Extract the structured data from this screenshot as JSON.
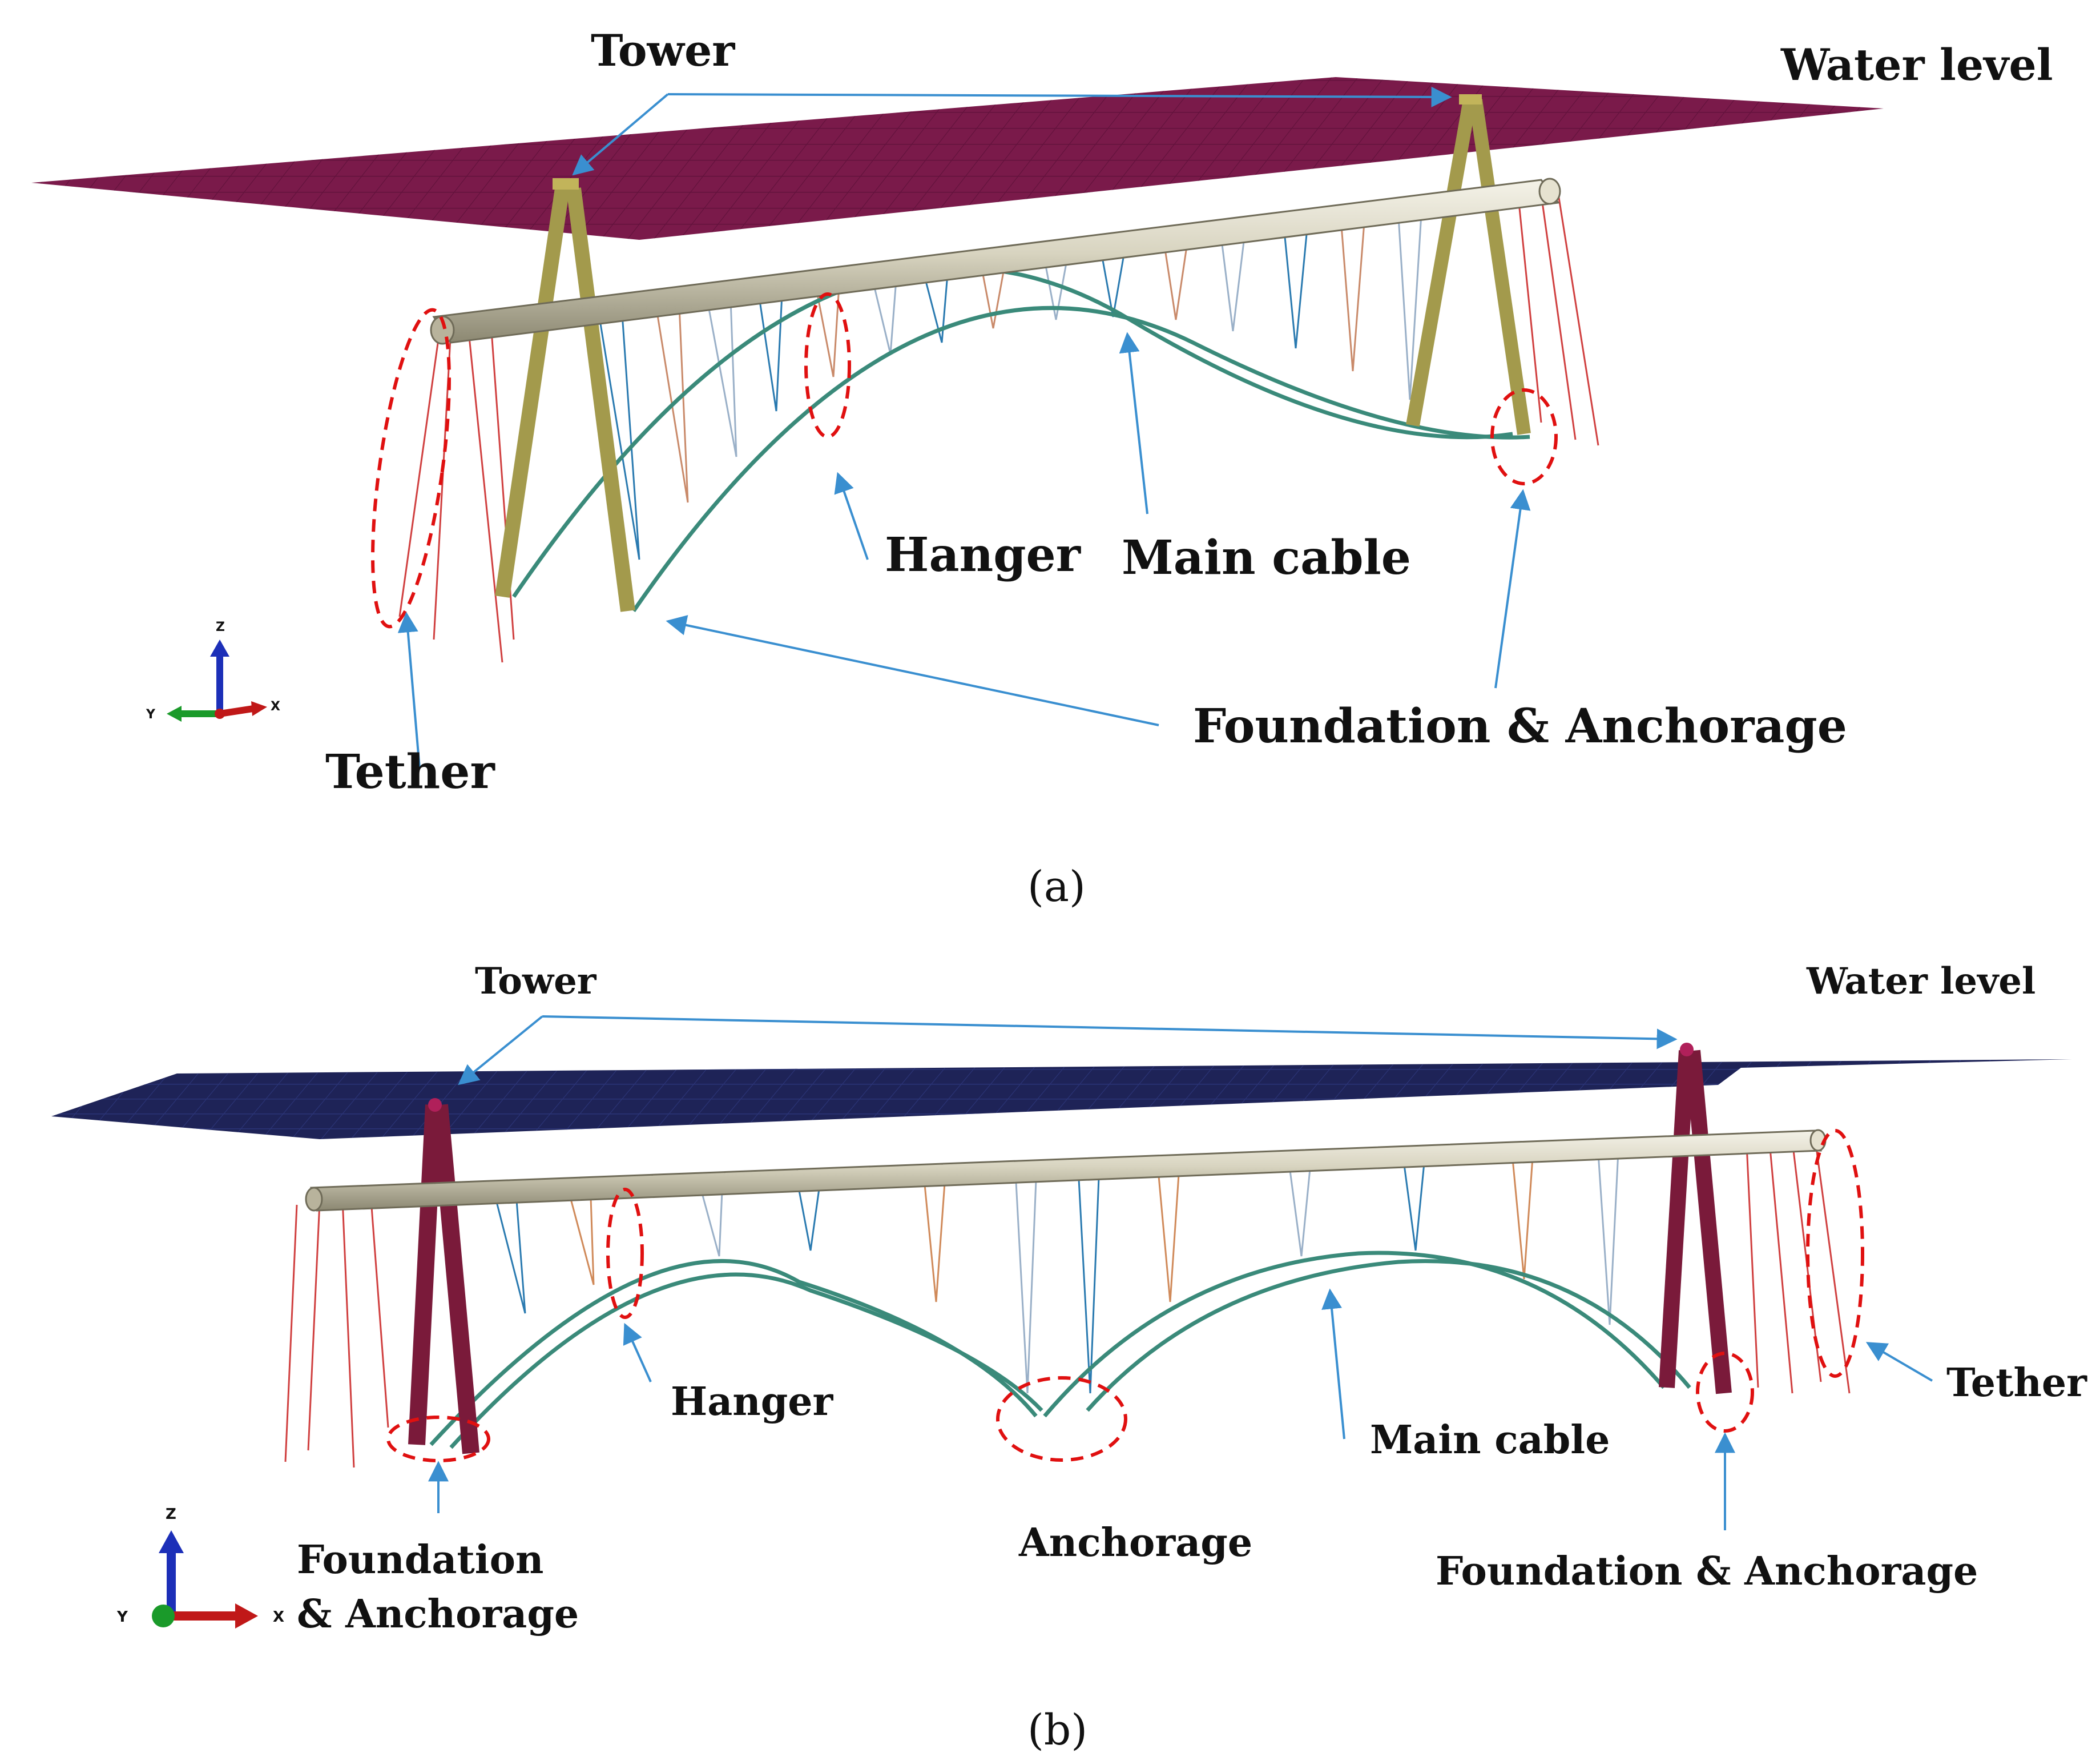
{
  "panel_a": {
    "caption": "(a)",
    "water_color": "#7a1a4a",
    "tower_color": "#a39a4c",
    "labels": {
      "tower": "Tower",
      "water_level": "Water level",
      "hanger": "Hanger",
      "main_cable": "Main cable",
      "tether": "Tether",
      "foundation_anchorage": "Foundation & Anchorage"
    },
    "triad": {
      "x": "X",
      "y": "Y",
      "z": "Z"
    }
  },
  "panel_b": {
    "caption": "(b)",
    "water_color": "#1e2357",
    "tower_color": "#7a1a3a",
    "labels": {
      "tower": "Tower",
      "water_level": "Water level",
      "hanger": "Hanger",
      "main_cable": "Main cable",
      "tether": "Tether",
      "foundation_line1": "Foundation",
      "foundation_line2": "& Anchorage",
      "anchorage": "Anchorage",
      "foundation_anchorage": "Foundation & Anchorage"
    },
    "triad": {
      "x": "X",
      "y": "Y",
      "z": "Z"
    }
  },
  "colors": {
    "tube": "#d8d4c0",
    "main_cable": "#3a8a7a",
    "hanger": "#2a7ab0",
    "tether": "#d04040",
    "leader_line": "#3a8fd0",
    "highlight": "#e01010"
  }
}
